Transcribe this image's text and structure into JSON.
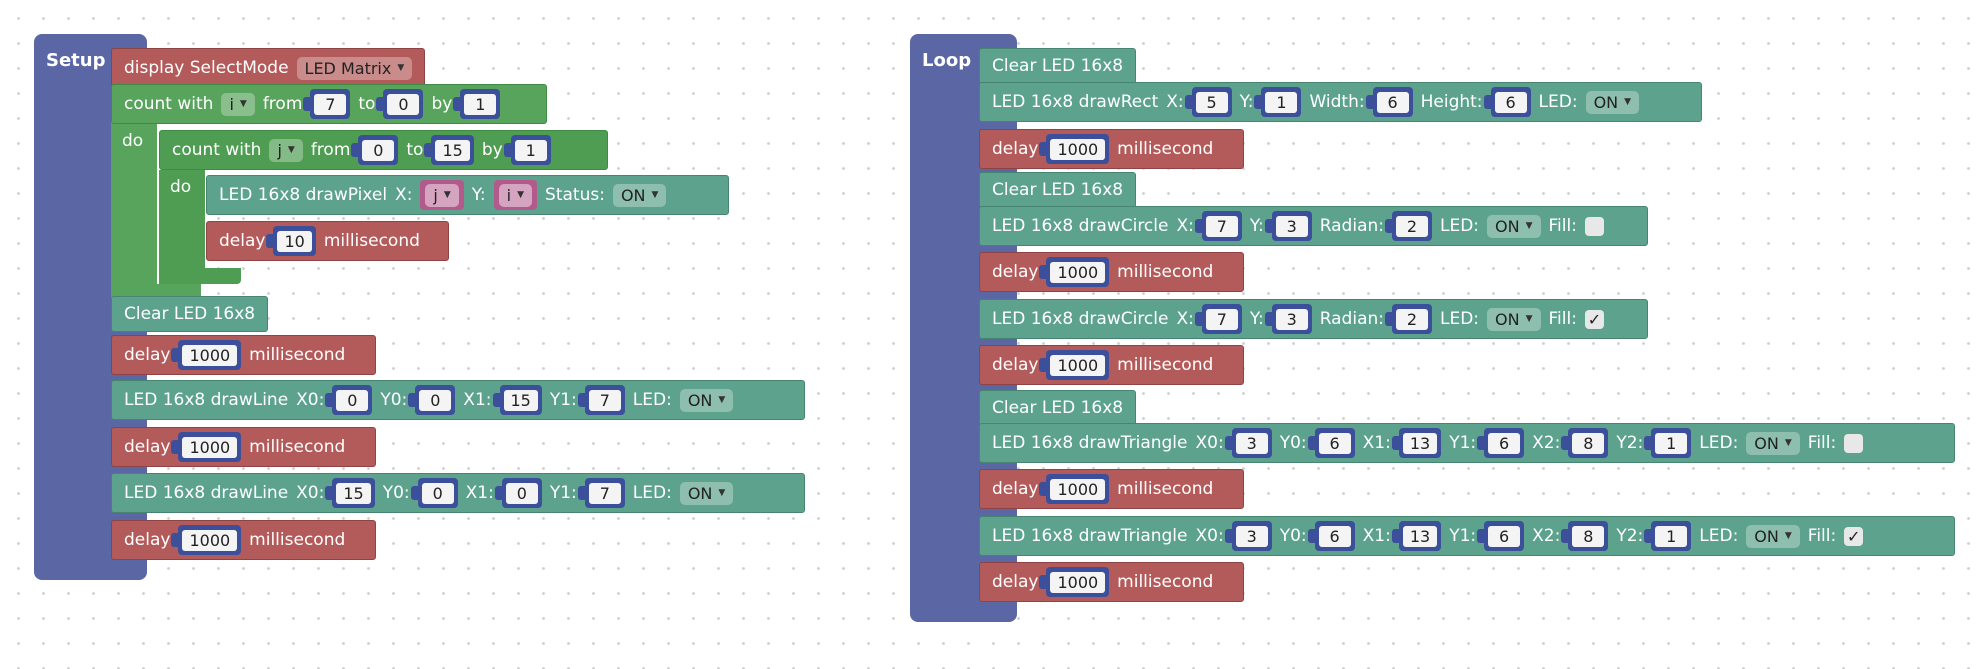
{
  "setup": {
    "label": "Setup",
    "display": {
      "label": "display SelectMode",
      "mode": "LED Matrix"
    },
    "outer_loop": {
      "count_label": "count with",
      "var": "i",
      "from_label": "from",
      "from": "7",
      "to_label": "to",
      "to": "0",
      "by_label": "by",
      "by": "1",
      "do_label": "do"
    },
    "inner_loop": {
      "count_label": "count with",
      "var": "j",
      "from_label": "from",
      "from": "0",
      "to_label": "to",
      "to": "15",
      "by_label": "by",
      "by": "1",
      "do_label": "do"
    },
    "draw_pixel": {
      "label": "LED 16x8 drawPixel",
      "x_label": "X:",
      "x_var": "j",
      "y_label": "Y:",
      "y_var": "i",
      "status_label": "Status:",
      "status": "ON"
    },
    "inner_delay": {
      "label": "delay",
      "value": "10",
      "unit": "millisecond"
    },
    "clear": {
      "label": "Clear LED 16x8"
    },
    "delay1": {
      "label": "delay",
      "value": "1000",
      "unit": "millisecond"
    },
    "line1": {
      "label": "LED 16x8 drawLine",
      "x0_label": "X0:",
      "x0": "0",
      "y0_label": "Y0:",
      "y0": "0",
      "x1_label": "X1:",
      "x1": "15",
      "y1_label": "Y1:",
      "y1": "7",
      "led_label": "LED:",
      "led": "ON"
    },
    "delay2": {
      "label": "delay",
      "value": "1000",
      "unit": "millisecond"
    },
    "line2": {
      "label": "LED 16x8 drawLine",
      "x0_label": "X0:",
      "x0": "15",
      "y0_label": "Y0:",
      "y0": "0",
      "x1_label": "X1:",
      "x1": "0",
      "y1_label": "Y1:",
      "y1": "7",
      "led_label": "LED:",
      "led": "ON"
    },
    "delay3": {
      "label": "delay",
      "value": "1000",
      "unit": "millisecond"
    }
  },
  "loop": {
    "label": "Loop",
    "clear1": {
      "label": "Clear LED 16x8"
    },
    "rect": {
      "label": "LED 16x8 drawRect",
      "x_label": "X:",
      "x": "5",
      "y_label": "Y:",
      "y": "1",
      "w_label": "Width:",
      "w": "6",
      "h_label": "Height:",
      "h": "6",
      "led_label": "LED:",
      "led": "ON"
    },
    "delay1": {
      "label": "delay",
      "value": "1000",
      "unit": "millisecond"
    },
    "clear2": {
      "label": "Clear LED 16x8"
    },
    "circle1": {
      "label": "LED 16x8 drawCircle",
      "x_label": "X:",
      "x": "7",
      "y_label": "Y:",
      "y": "3",
      "r_label": "Radian:",
      "r": "2",
      "led_label": "LED:",
      "led": "ON",
      "fill_label": "Fill:",
      "fill": ""
    },
    "delay2": {
      "label": "delay",
      "value": "1000",
      "unit": "millisecond"
    },
    "circle2": {
      "label": "LED 16x8 drawCircle",
      "x_label": "X:",
      "x": "7",
      "y_label": "Y:",
      "y": "3",
      "r_label": "Radian:",
      "r": "2",
      "led_label": "LED:",
      "led": "ON",
      "fill_label": "Fill:",
      "fill": "✓"
    },
    "delay3": {
      "label": "delay",
      "value": "1000",
      "unit": "millisecond"
    },
    "clear3": {
      "label": "Clear LED 16x8"
    },
    "tri1": {
      "label": "LED 16x8 drawTriangle",
      "x0_label": "X0:",
      "x0": "3",
      "y0_label": "Y0:",
      "y0": "6",
      "x1_label": "X1:",
      "x1": "13",
      "y1_label": "Y1:",
      "y1": "6",
      "x2_label": "X2:",
      "x2": "8",
      "y2_label": "Y2:",
      "y2": "1",
      "led_label": "LED:",
      "led": "ON",
      "fill_label": "Fill:",
      "fill": ""
    },
    "delay4": {
      "label": "delay",
      "value": "1000",
      "unit": "millisecond"
    },
    "tri2": {
      "label": "LED 16x8 drawTriangle",
      "x0_label": "X0:",
      "x0": "3",
      "y0_label": "Y0:",
      "y0": "6",
      "x1_label": "X1:",
      "x1": "13",
      "y1_label": "Y1:",
      "y1": "6",
      "x2_label": "X2:",
      "x2": "8",
      "y2_label": "Y2:",
      "y2": "1",
      "led_label": "LED:",
      "led": "ON",
      "fill_label": "Fill:",
      "fill": "✓"
    },
    "delay5": {
      "label": "delay",
      "value": "1000",
      "unit": "millisecond"
    }
  },
  "colors": {
    "event": "#5b67a5",
    "loop": "#58a45c",
    "led": "#5ca28c",
    "delay": "#b35a5a",
    "number": "#3b4f9a",
    "variable": "#b35a8c"
  }
}
